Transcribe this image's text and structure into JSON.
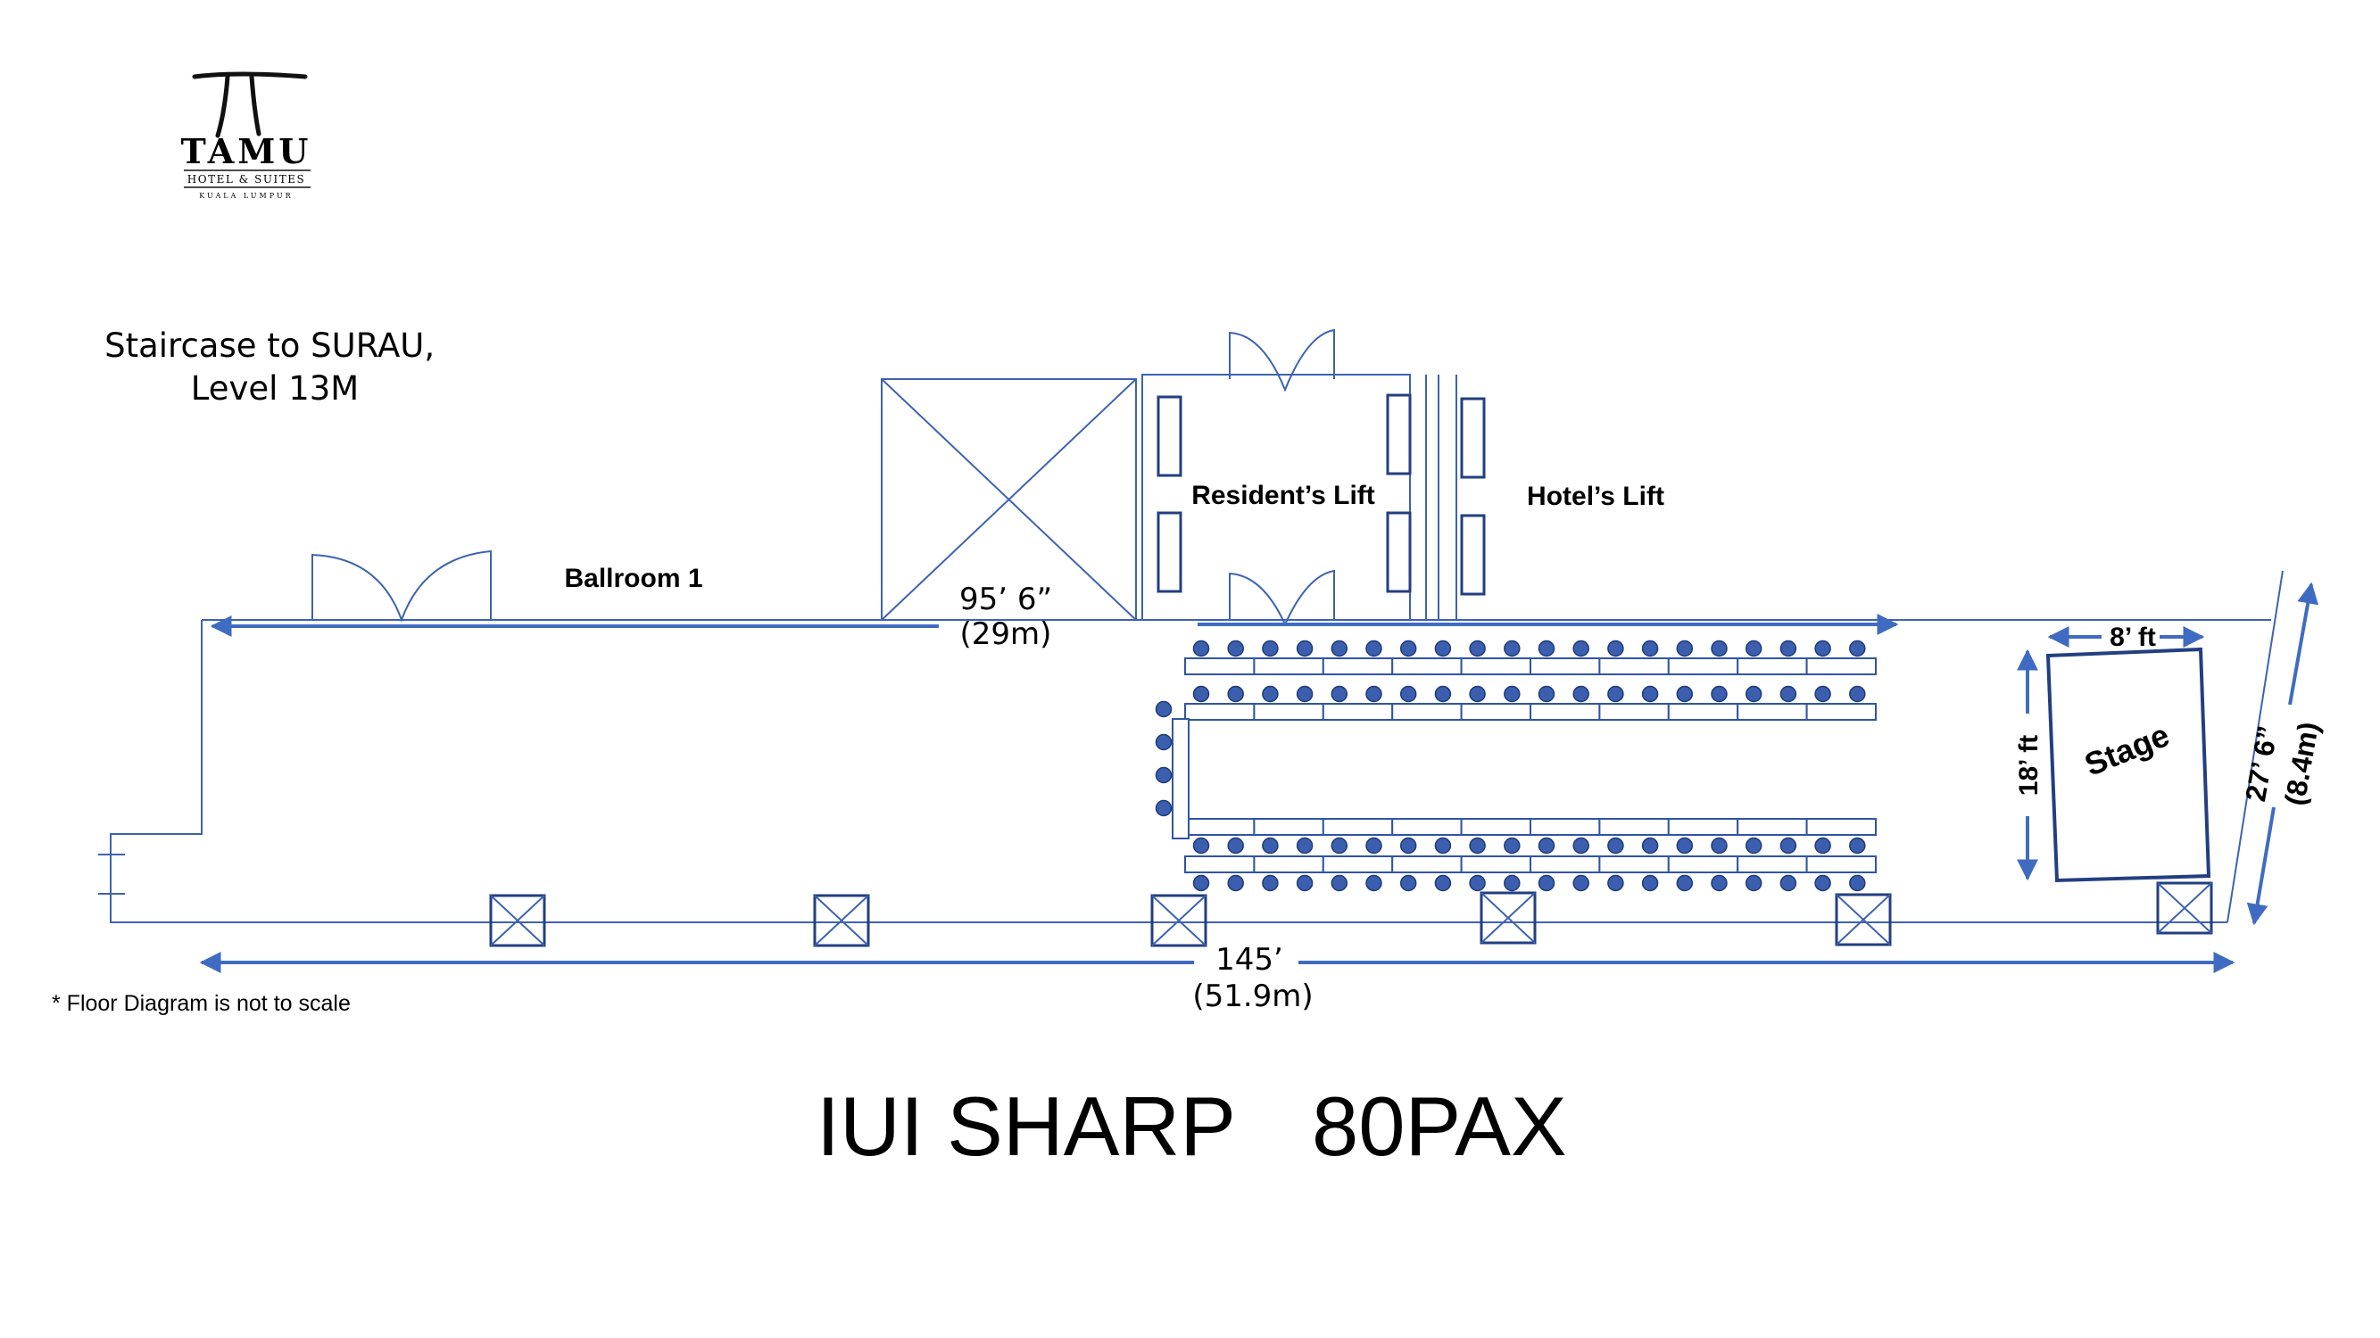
{
  "logo": {
    "wordmark": "TAMU",
    "line1": "HOTEL & SUITES",
    "line2": "KUALA LUMPUR"
  },
  "labels": {
    "staircase_line1": "Staircase to SURAU,",
    "staircase_line2": "Level 13M",
    "ballroom": "Ballroom 1",
    "residents_lift": "Resident’s Lift",
    "hotels_lift": "Hotel’s Lift",
    "stage": "Stage",
    "note": "* Floor Diagram is not to scale",
    "title": "IUI SHARP",
    "capacity": "80PAX"
  },
  "dimensions": {
    "upper_ft": "95’ 6”",
    "upper_m": "(29m)",
    "bottom_ft": "145’",
    "bottom_m": "(51.9m)",
    "stage_width": "8’ ft",
    "stage_depth": "18’ ft",
    "right_ft": "27’ 6”",
    "right_m": "(8.4m)"
  },
  "seating": {
    "tables_per_row": 10,
    "chairs_per_row": 20,
    "head_chairs": 4
  },
  "colors": {
    "wall": "#3d63b0",
    "arrow": "#3f6cc2",
    "chair": "#3b5fae",
    "stage": "#223f80"
  }
}
